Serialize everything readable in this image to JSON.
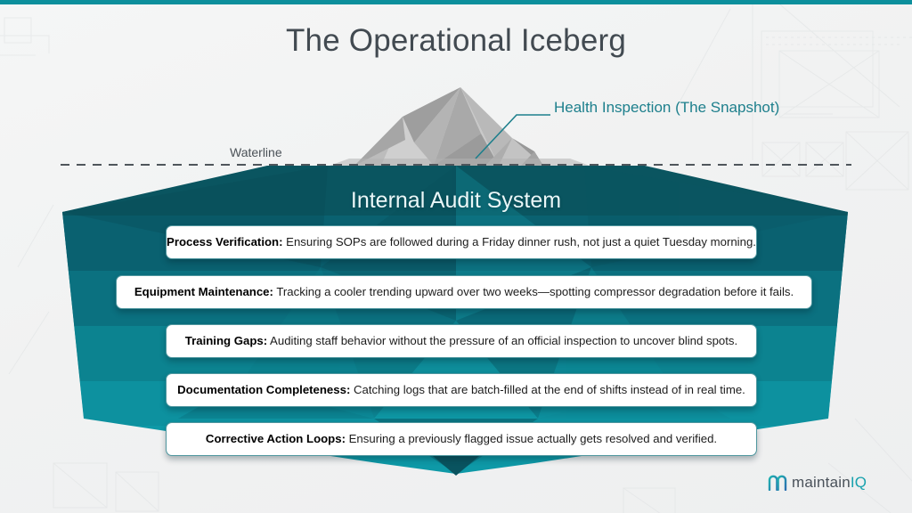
{
  "page": {
    "title": "The Operational Iceberg",
    "background_color": "#f2f3f3",
    "accent_color": "#0c8f9c"
  },
  "callout": {
    "label": "Health Inspection (The Snapshot)",
    "color": "#1d7f8c"
  },
  "waterline": {
    "label": "Waterline",
    "color": "#4b5258"
  },
  "iceberg": {
    "heading": "Internal Audit System",
    "tip_colors": [
      "#d7d7d7",
      "#bdbdbd",
      "#a8a8a8",
      "#9a9a9a",
      "#8f8f8f"
    ],
    "body_colors": [
      "#0a5560",
      "#0b6a77",
      "#0b7684",
      "#0d8a99",
      "#0d95a5"
    ]
  },
  "items": [
    {
      "label": "Process Verification:",
      "text": " Ensuring SOPs are followed during a Friday dinner rush, not just a quiet Tuesday morning."
    },
    {
      "label": "Equipment Maintenance:",
      "text": " Tracking a cooler trending upward over two weeks—spotting compressor degradation before it fails."
    },
    {
      "label": "Training Gaps:",
      "text": " Auditing staff behavior without the pressure of an official inspection to uncover blind spots."
    },
    {
      "label": "Documentation Completeness:",
      "text": " Catching logs that are batch-filled at the end of shifts instead of in real time."
    },
    {
      "label": "Corrective Action Loops:",
      "text": " Ensuring a previously flagged issue actually gets resolved and verified."
    }
  ],
  "logo": {
    "mark": "maintainiq-m-icon",
    "name_part1": "maintain",
    "name_part2": "IQ",
    "color1": "#4a525a",
    "color2": "#18a2ae"
  }
}
